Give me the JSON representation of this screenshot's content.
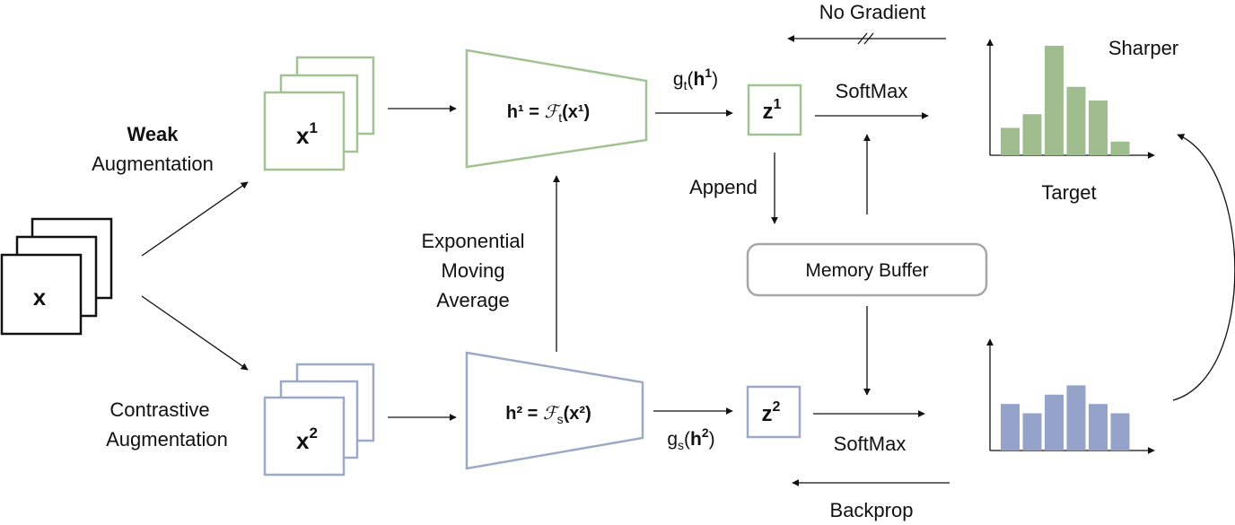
{
  "labels": {
    "input_x": "x",
    "weak_bold": "Weak",
    "weak_aug": "Augmentation",
    "contrastive": "Contrastive",
    "contrastive_aug": "Augmentation",
    "x1_base": "x",
    "x1_sup": "1",
    "x2_base": "x",
    "x2_sup": "2",
    "teacher_eq_lhs": "h¹ = ",
    "teacher_eq_F": "ℱ",
    "teacher_eq_sub": "t",
    "teacher_eq_arg": "(x¹)",
    "student_eq_lhs": "h² = ",
    "student_eq_F": "ℱ",
    "student_eq_sub": "s",
    "student_eq_arg": "(x²)",
    "gt_g": "g",
    "gt_sub": "t",
    "gt_arg_open": "(",
    "gt_arg_h": "h",
    "gt_arg_sup": "1",
    "gt_arg_close": ")",
    "gs_g": "g",
    "gs_sub": "s",
    "gs_arg_open": "(",
    "gs_arg_h": "h",
    "gs_arg_sup": "2",
    "gs_arg_close": ")",
    "z1_base": "z",
    "z1_sup": "1",
    "z2_base": "z",
    "z2_sup": "2",
    "softmax_top": "SoftMax",
    "softmax_bottom": "SoftMax",
    "append": "Append",
    "memory_buffer": "Memory Buffer",
    "ema_1": "Exponential",
    "ema_2": "Moving",
    "ema_3": "Average",
    "no_gradient": "No Gradient",
    "backprop": "Backprop",
    "sharper": "Sharper",
    "target": "Target"
  },
  "colors": {
    "green": "#a2c294",
    "green_fill": "#9fbd8f",
    "blue": "#9ea9c7",
    "blue_fill": "#95a3ca",
    "gray": "#a6a6a6",
    "black": "#111111"
  },
  "chart_data": [
    {
      "type": "bar",
      "values": [
        2,
        3,
        8,
        5,
        4,
        1
      ],
      "title": "",
      "xlabel": "",
      "ylabel": ""
    },
    {
      "type": "bar",
      "values": [
        5,
        4,
        6,
        7,
        5,
        4
      ],
      "title": "",
      "xlabel": "",
      "ylabel": ""
    }
  ]
}
